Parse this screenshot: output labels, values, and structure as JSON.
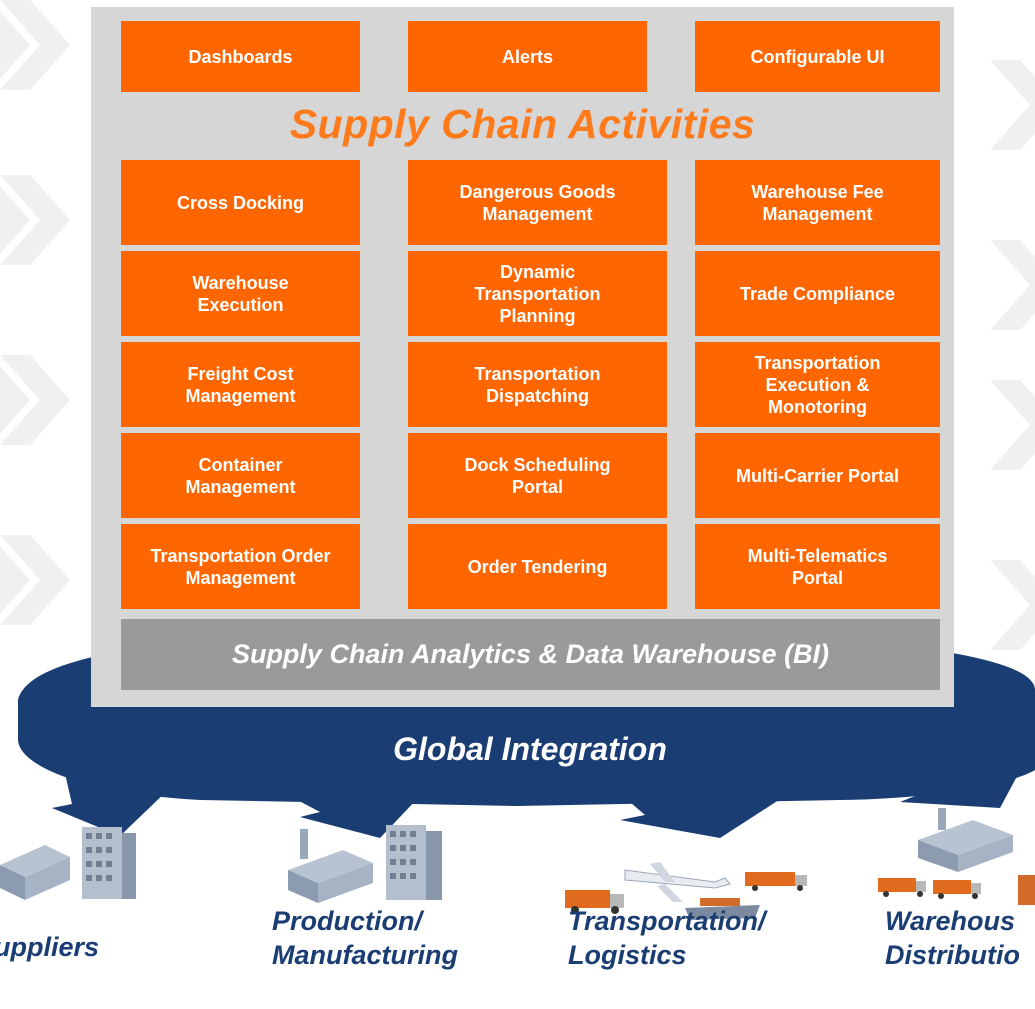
{
  "top_boxes": [
    "Dashboards",
    "Alerts",
    "Configurable UI"
  ],
  "activities_title": "Supply Chain Activities",
  "activity_grid": [
    [
      "Cross Docking",
      "Dangerous Goods\nManagement",
      "Warehouse Fee\nManagement"
    ],
    [
      "Warehouse\nExecution",
      "Dynamic\nTransportation\nPlanning",
      "Trade Compliance"
    ],
    [
      "Freight Cost\nManagement",
      "Transportation\nDispatching",
      "Transportation\nExecution &\nMonotoring"
    ],
    [
      "Container\nManagement",
      "Dock Scheduling\nPortal",
      "Multi-Carrier  Portal"
    ],
    [
      "Transportation Order\nManagement",
      "Order Tendering",
      "Multi-Telematics\nPortal"
    ]
  ],
  "analytics_label": "Supply Chain Analytics & Data Warehouse (BI)",
  "integration_label": "Global Integration",
  "destinations": [
    "uppliers",
    "Production/\nManufacturing",
    "Transportation/\nLogistics",
    "Warehous\nDistributio"
  ],
  "colors": {
    "orange": "#ff6600",
    "panel_gray": "#d6d6d6",
    "analytics_gray": "#9a9a9a",
    "navy": "#1a3e73",
    "title_orange": "#ff7a1a"
  },
  "icons": [
    "chevron-right-icon",
    "building-icon",
    "factory-icon",
    "airplane-icon",
    "truck-icon",
    "ship-icon"
  ]
}
